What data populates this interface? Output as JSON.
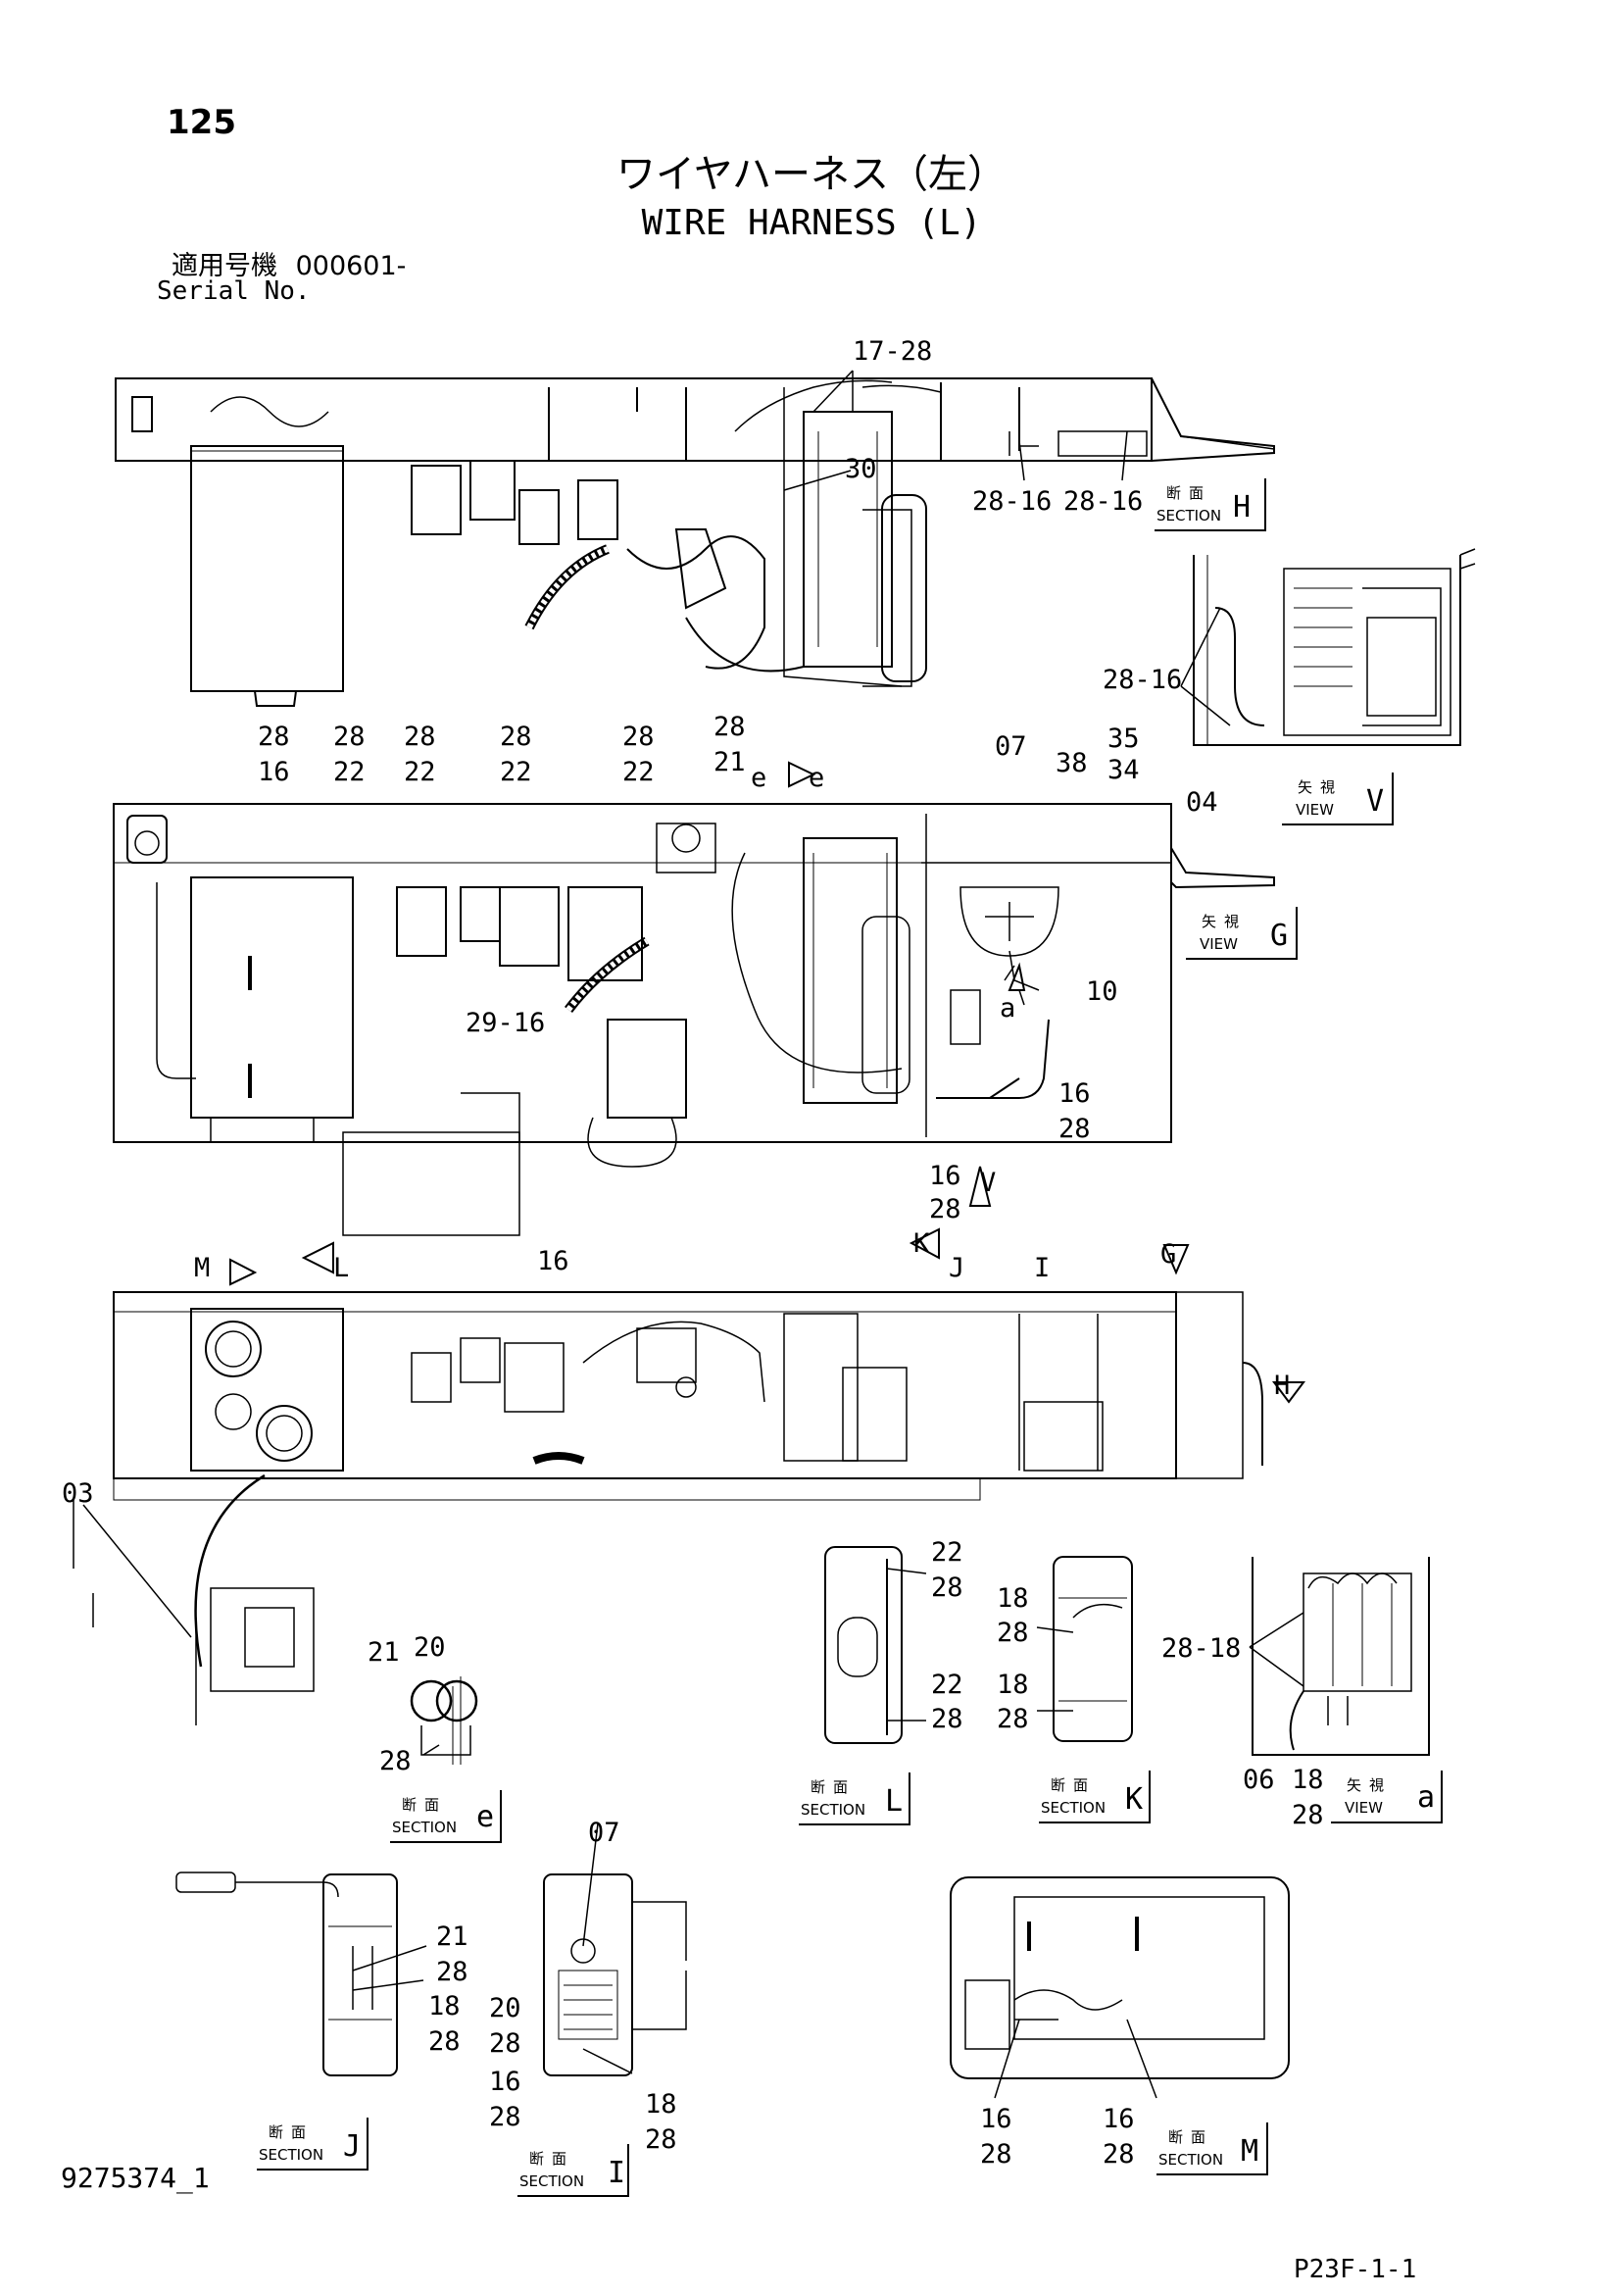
{
  "header": {
    "page_number": "125",
    "title_jp": "ワイヤハーネス（左）",
    "title_en": "WIRE HARNESS (L)",
    "serial_label_jp": "適用号機",
    "serial_value": "000601-",
    "serial_label_en": "Serial No."
  },
  "footer": {
    "document_id": "9275374_1",
    "sheet_code": "P23F-1-1"
  },
  "callouts": {
    "top": [
      "17-28",
      "30",
      "28-16",
      "28-16"
    ],
    "section_h_detail": [
      "28-16"
    ],
    "middle_top_row": [
      [
        "28",
        "16"
      ],
      [
        "28",
        "22"
      ],
      [
        "28",
        "22"
      ],
      [
        "28",
        "22"
      ],
      [
        "28",
        "22"
      ],
      [
        "28",
        "21"
      ]
    ],
    "middle_right": [
      "07",
      "38",
      "35",
      "34",
      "04",
      "10",
      "29-16",
      "16",
      "28",
      "16",
      "28"
    ],
    "view_letters": [
      "a",
      "e",
      "e",
      "V",
      "K",
      "J",
      "I",
      "G",
      "H",
      "M",
      "L"
    ],
    "bottom_plan": [
      "16",
      "03"
    ],
    "section_e": [
      "21",
      "20",
      "28"
    ],
    "section_l": [
      "22",
      "28",
      "22",
      "28"
    ],
    "section_k": [
      "18",
      "28",
      "18",
      "28"
    ],
    "view_a": [
      "28-18",
      "06",
      "18",
      "28"
    ],
    "section_j": [
      "21",
      "28",
      "18",
      "28"
    ],
    "section_i": [
      "07",
      "20",
      "28",
      "16",
      "28",
      "18",
      "28"
    ],
    "section_m": [
      "16",
      "28",
      "16",
      "28"
    ]
  },
  "label_boxes": {
    "section_jp": "断面",
    "section_en": "SECTION",
    "view_jp": "矢視",
    "view_en": "VIEW",
    "section_h": "H",
    "view_v": "V",
    "view_g": "G",
    "section_e": "e",
    "section_l": "L",
    "section_k": "K",
    "view_a": "a",
    "section_j": "J",
    "section_i": "I",
    "section_m": "M"
  }
}
